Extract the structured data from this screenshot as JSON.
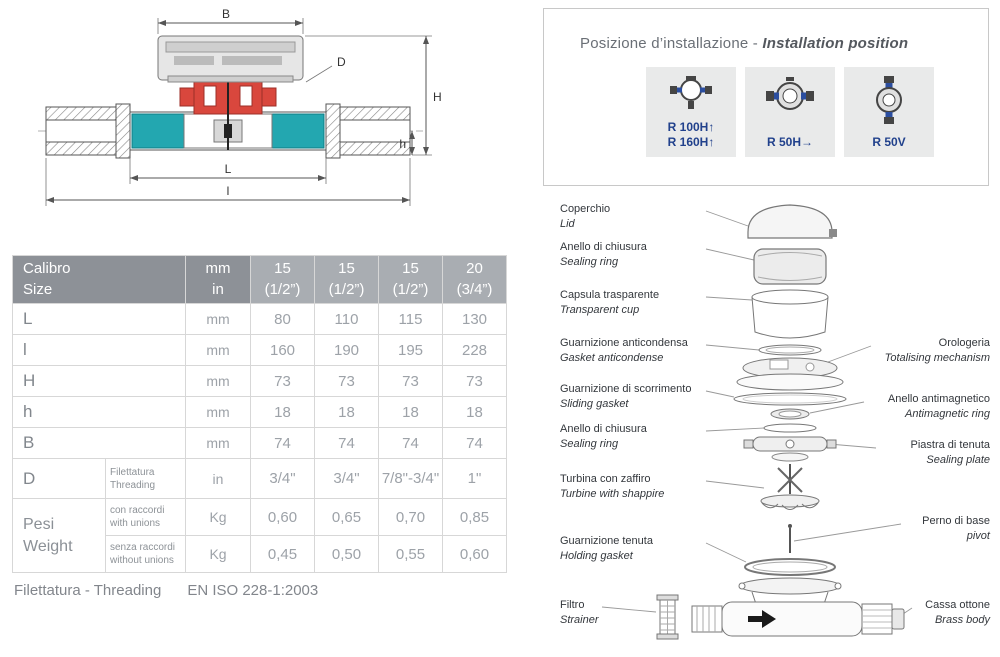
{
  "installation": {
    "title_left": "Posizione d’installazione - ",
    "title_right": "Installation position",
    "cells": [
      {
        "lines": [
          "R 100H↑",
          "R 160H↑"
        ]
      },
      {
        "lines": [
          "R 50H→"
        ]
      },
      {
        "lines": [
          "R 50V"
        ]
      }
    ]
  },
  "drawing": {
    "B": "B",
    "D": "D",
    "H": "H",
    "h": "h",
    "L": "L",
    "l": "l"
  },
  "table": {
    "header": {
      "cal1": "Calibro",
      "cal2": "Size",
      "unit1": "mm",
      "unit2": "in",
      "sizes": [
        {
          "dn": "15",
          "thread": "(1/2”)"
        },
        {
          "dn": "15",
          "thread": "(1/2”)"
        },
        {
          "dn": "15",
          "thread": "(1/2”)"
        },
        {
          "dn": "20",
          "thread": "(3/4”)"
        }
      ]
    },
    "rows": [
      {
        "label": "L",
        "unit": "mm",
        "values": [
          "80",
          "110",
          "115",
          "130"
        ]
      },
      {
        "label": "l",
        "unit": "mm",
        "values": [
          "160",
          "190",
          "195",
          "228"
        ]
      },
      {
        "label": "H",
        "unit": "mm",
        "values": [
          "73",
          "73",
          "73",
          "73"
        ]
      },
      {
        "label": "h",
        "unit": "mm",
        "values": [
          "18",
          "18",
          "18",
          "18"
        ]
      },
      {
        "label": "B",
        "unit": "mm",
        "values": [
          "74",
          "74",
          "74",
          "74"
        ]
      },
      {
        "label": "D",
        "sub1": "Filettatura",
        "sub2": "Threading",
        "unit": "in",
        "values": [
          "3/4\"",
          "3/4\"",
          "7/8\"-3/4\"",
          "1\""
        ]
      }
    ],
    "weight": {
      "label_it": "Pesi",
      "label_en": "Weight",
      "rows": [
        {
          "sub1": "con raccordi",
          "sub2": "with unions",
          "unit": "Kg",
          "values": [
            "0,60",
            "0,65",
            "0,70",
            "0,85"
          ]
        },
        {
          "sub1": "senza raccordi",
          "sub2": "without unions",
          "unit": "Kg",
          "values": [
            "0,45",
            "0,50",
            "0,55",
            "0,60"
          ]
        }
      ]
    },
    "footnote_left": "Filettatura - Threading",
    "footnote_right": "EN ISO 228-1:2003"
  },
  "exploded": {
    "left": [
      {
        "it": "Coperchio",
        "en": "Lid"
      },
      {
        "it": "Anello di chiusura",
        "en": "Sealing ring"
      },
      {
        "it": "Capsula trasparente",
        "en": "Transparent cup"
      },
      {
        "it": "Guarnizione anticondensa",
        "en": "Gasket anticondense"
      },
      {
        "it": "Guarnizione di scorrimento",
        "en": "Sliding gasket"
      },
      {
        "it": "Anello di chiusura",
        "en": "Sealing ring"
      },
      {
        "it": "Turbina con zaffiro",
        "en": "Turbine with shappire"
      },
      {
        "it": "Guarnizione tenuta",
        "en": "Holding gasket"
      },
      {
        "it": "Filtro",
        "en": "Strainer"
      }
    ],
    "right": [
      {
        "it": "Orologeria",
        "en": "Totalising mechanism"
      },
      {
        "it": "Anello antimagnetico",
        "en": "Antimagnetic ring"
      },
      {
        "it": "Piastra di tenuta",
        "en": "Sealing plate"
      },
      {
        "it": "Perno di base",
        "en": "pivot"
      },
      {
        "it": "Cassa ottone",
        "en": "Brass body"
      }
    ]
  }
}
